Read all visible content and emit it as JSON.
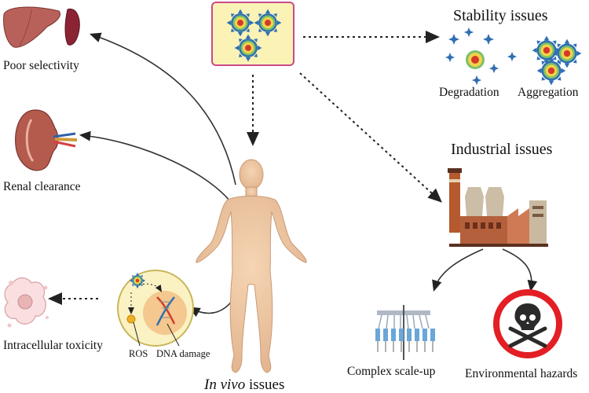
{
  "labels": {
    "poor_selectivity": "Poor selectivity",
    "renal_clearance": "Renal clearance",
    "intracellular_toxicity": "Intracellular toxicity",
    "ros": "ROS",
    "dna_damage": "DNA damage",
    "in_vivo_italic": "In vivo",
    "in_vivo_rest": " issues",
    "stability_issues": "Stability issues",
    "degradation": "Degradation",
    "aggregation": "Aggregation",
    "industrial_issues": "Industrial issues",
    "complex_scaleup": "Complex scale-up",
    "environmental_hazards": "Environmental hazards"
  },
  "colors": {
    "nanoparticle_box_fill": "#fbf3b6",
    "nanoparticle_box_border": "#c94a8a",
    "corona_blue": "#2f6fb3",
    "core_red": "#d23b2c",
    "core_yellow": "#f3d24a",
    "core_green": "#7cc06a",
    "liver": "#b8615a",
    "skin": "#f0c9a3",
    "hazard_red": "#e31e24",
    "factory_brown": "#9c5a36"
  },
  "icons": [
    "liver-icon",
    "spleen-icon",
    "kidney-icon",
    "cell-icon",
    "human-body-icon",
    "factory-icon",
    "robot-pipette-icon",
    "skull-crossbones-icon",
    "nanoparticle-icon"
  ]
}
